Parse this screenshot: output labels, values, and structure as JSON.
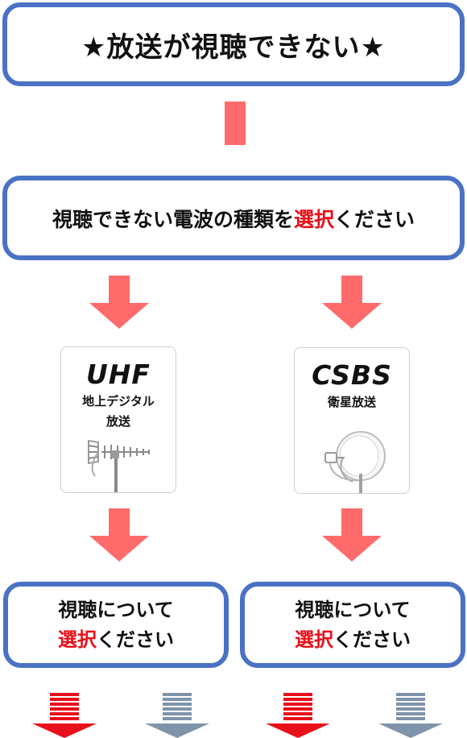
{
  "title": "★放送が視聴できない★",
  "question": {
    "prefix": "視聴できない電波の種類を",
    "highlight": "選択",
    "suffix": "ください"
  },
  "options": [
    {
      "name": "UHF",
      "subtitle_line1": "地上デジタル",
      "subtitle_line2": "放送",
      "icon": "uhf-antenna-icon",
      "next_line1": "視聴について",
      "next_highlight": "選択",
      "next_suffix": "ください"
    },
    {
      "name": "CSBS",
      "subtitle_line1": "衛星放送",
      "icon": "satellite-dish-icon",
      "next_line1": "視聴について",
      "next_highlight": "選択",
      "next_suffix": "ください"
    }
  ],
  "colors": {
    "box_border": "#4a72c4",
    "arrow": "#ff6b6b",
    "highlight": "#e8101a",
    "striped_red": "#e8101a",
    "striped_gray": "#7f93ab"
  },
  "bottom_arrows": [
    "red-striped",
    "gray-striped",
    "red-striped",
    "gray-striped"
  ]
}
